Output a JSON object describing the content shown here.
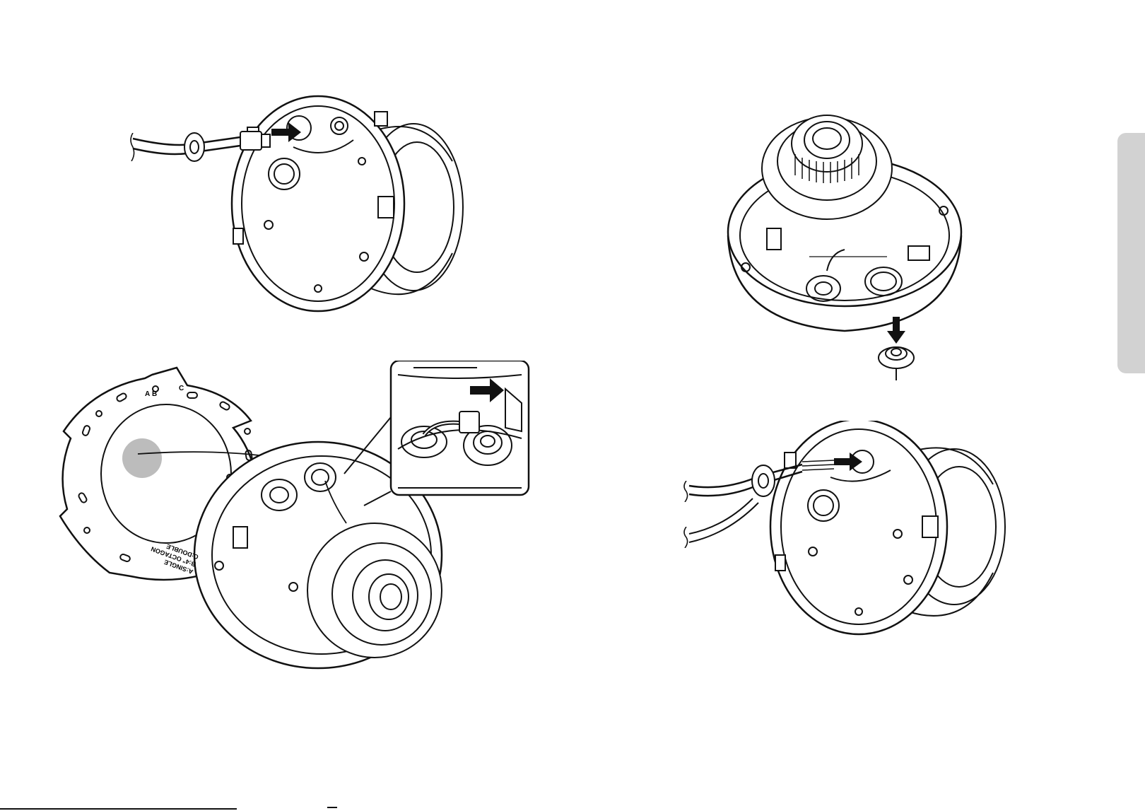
{
  "mounting_plate": {
    "legend_line_1": "A:SINGLE",
    "legend_line_2": "B:4\" OCTAGON",
    "legend_line_3": "C:DOUBLE",
    "hole_labels": [
      "A",
      "B",
      "C"
    ]
  },
  "colors": {
    "line": "#111111",
    "highlight": "#bcbcbc",
    "side_tab": "#d2d2d2"
  },
  "icons": [
    "arrow-right-icon",
    "arrow-down-icon",
    "cable-break-icon"
  ]
}
